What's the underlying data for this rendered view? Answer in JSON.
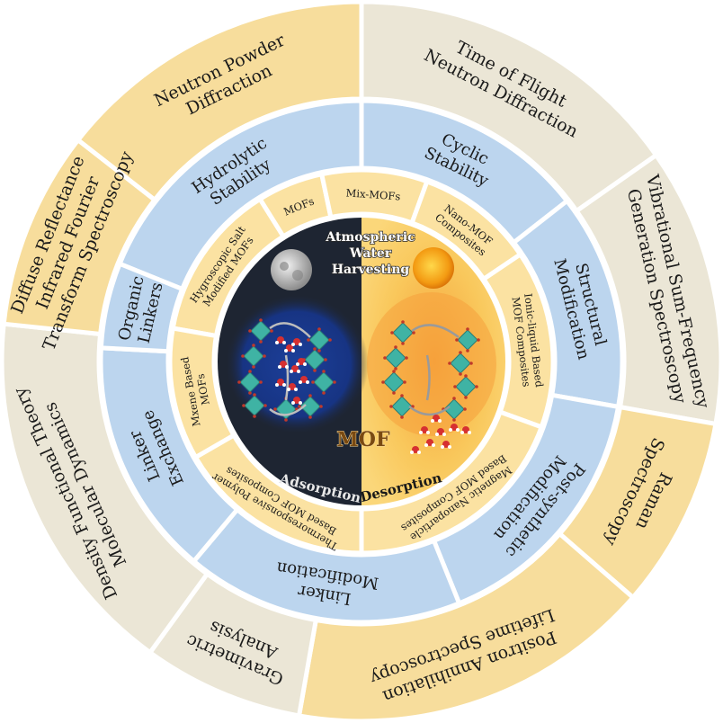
{
  "center": {
    "title_lines": [
      "Atmospheric",
      "Water",
      "Harvesting"
    ],
    "mof_label": "MOF",
    "adsorption_label": "Adsorption",
    "desorption_label": "Desorption"
  },
  "inner_ring": [
    {
      "lines": [
        "Hygroscopic Salt",
        "Modified MOFs"
      ]
    },
    {
      "lines": [
        "MOFs"
      ]
    },
    {
      "lines": [
        "Mix-MOFs"
      ]
    },
    {
      "lines": [
        "Nano-MOF",
        "Composites"
      ]
    },
    {
      "lines": [
        "Ionic-liquid Based",
        "MOF Composites"
      ]
    },
    {
      "lines": [
        "Magnetic Nanoparticle",
        "Based MOF Composites"
      ]
    },
    {
      "lines": [
        "Thermoresponsive Polymer",
        "Based MOF Composites"
      ]
    },
    {
      "lines": [
        "Mxene Based",
        "MOFs"
      ]
    }
  ],
  "middle_ring": [
    {
      "lines": [
        "Hydrolytic",
        "Stability"
      ]
    },
    {
      "lines": [
        "Cyclic",
        "Stability"
      ]
    },
    {
      "lines": [
        "Structural",
        "Modification"
      ]
    },
    {
      "lines": [
        "Post-synthetic",
        "Modification"
      ]
    },
    {
      "lines": [
        "Linker",
        "Modification"
      ]
    },
    {
      "lines": [
        "Linker",
        "Exchange"
      ]
    },
    {
      "lines": [
        "Organic",
        "Linkers"
      ]
    }
  ],
  "outer_ring": [
    {
      "lines": [
        "Neutron Powder",
        "Diffraction"
      ]
    },
    {
      "lines": [
        "Time of Flight",
        "Neutron Diffraction"
      ]
    },
    {
      "lines": [
        "Vibrational Sum-Frequency",
        "Generation Spectroscopy"
      ]
    },
    {
      "lines": [
        "Raman",
        "Spectroscopy"
      ]
    },
    {
      "lines": [
        "Positron Annihilation",
        "Lifetime Spectroscopy"
      ]
    },
    {
      "lines": [
        "Gravimetric",
        "Analysis"
      ]
    },
    {
      "lines": [
        "Density Functional Theory",
        "Molecular Dynamics"
      ]
    },
    {
      "lines": [
        "Diffuse Reflectance",
        "Infrared  Fourier",
        "Transform Spectroscopy"
      ]
    }
  ],
  "colors": {
    "outer_a": "#f7dd9c",
    "outer_b": "#ebe6d6",
    "middle": "#bcd5ee",
    "inner": "#fbe2a2",
    "night": "#1e2532",
    "day": "#f8c75a",
    "divider": "#ffffff"
  }
}
